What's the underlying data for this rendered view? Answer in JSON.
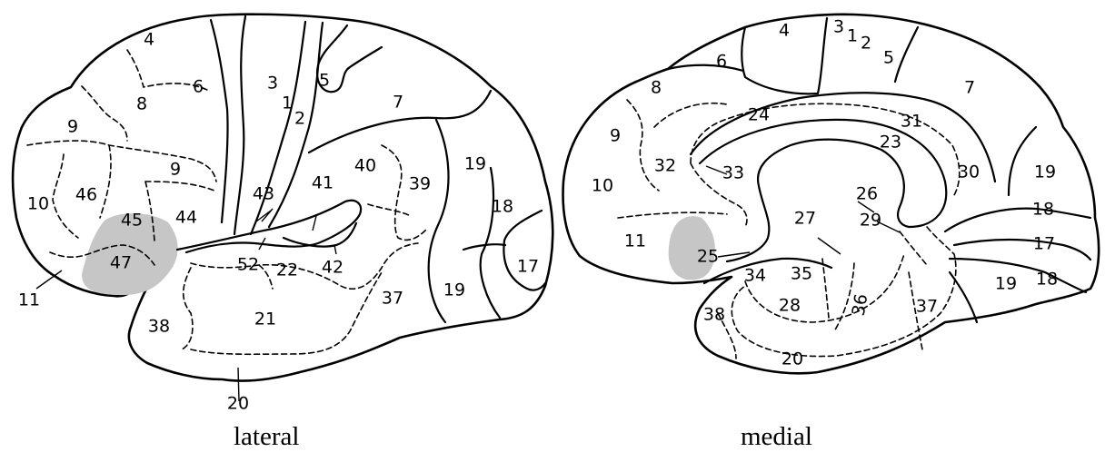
{
  "captions": {
    "lateral": "lateral",
    "medial": "medial"
  },
  "lateral_areas": [
    "4",
    "6",
    "3",
    "1",
    "5",
    "7",
    "2",
    "8",
    "9",
    "9",
    "46",
    "10",
    "45",
    "44",
    "43",
    "41",
    "40",
    "39",
    "19",
    "18",
    "17",
    "47",
    "11",
    "52",
    "22",
    "42",
    "21",
    "38",
    "37",
    "19",
    "20"
  ],
  "medial_areas": [
    "4",
    "3",
    "1",
    "2",
    "5",
    "6",
    "7",
    "8",
    "24",
    "31",
    "23",
    "9",
    "32",
    "33",
    "30",
    "19",
    "10",
    "26",
    "18",
    "27",
    "29",
    "11",
    "17",
    "25",
    "34",
    "35",
    "19",
    "18",
    "28",
    "36",
    "37",
    "38",
    "20"
  ],
  "shaded_region_color": "#c6c6c6"
}
